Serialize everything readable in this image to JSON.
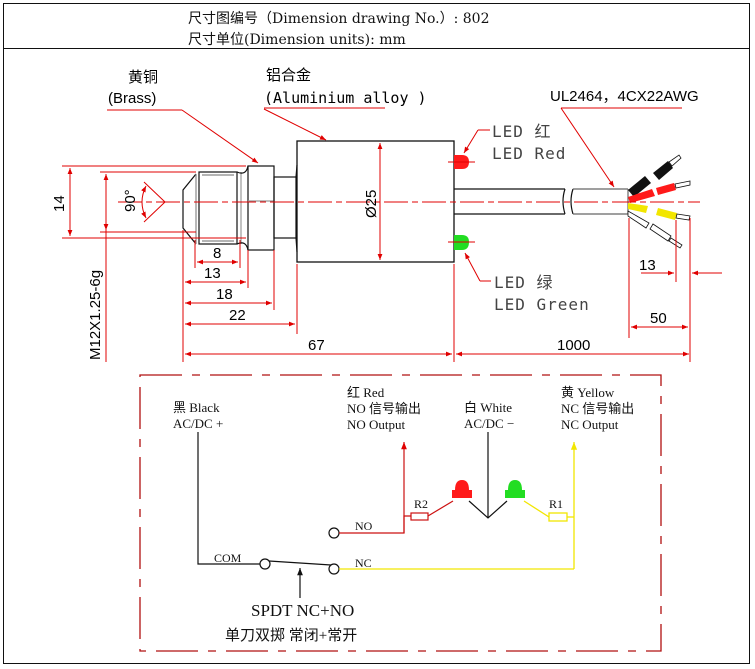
{
  "header": {
    "drawing_no_line": "尺寸图编号（Dimension drawing No.）: 802",
    "units_line": "尺寸单位(Dimension units): mm"
  },
  "materials": {
    "brass_cn": "黄铜",
    "brass_en": "(Brass)",
    "aluminium_cn": "铝合金",
    "aluminium_en": "(Aluminium alloy )"
  },
  "cable": {
    "spec": "UL2464，4CX22AWG"
  },
  "leds": {
    "red_cn": "LED 红",
    "red_en": "LED Red",
    "green_cn": "LED 绿",
    "green_en": "LED Green",
    "red_color": "#ff1a1a",
    "green_color": "#22dd22"
  },
  "dimensions": {
    "thread": "M12X1.25-6g",
    "hex_width": "14",
    "cone_angle": "90°",
    "body_diameter": "Ø25",
    "d8": "8",
    "d13": "13",
    "d18": "18",
    "d22": "22",
    "d67": "67",
    "cable_length": "1000",
    "strip_length": "13",
    "wire_length": "50"
  },
  "wiring": {
    "black_cn": "黑 Black",
    "black_fn": "AC/DC +",
    "red_cn": "红 Red",
    "red_sig": "NO 信号输出",
    "red_out": "NO Output",
    "white_cn": "白 White",
    "white_fn": "AC/DC −",
    "yellow_cn": "黄 Yellow",
    "yellow_sig": "NC 信号输出",
    "yellow_out": "NC Output",
    "r1": "R1",
    "r2": "R2",
    "no": "NO",
    "nc": "NC",
    "com": "COM",
    "switch_en": "SPDT  NC+NO",
    "switch_cn": "单刀双掷 常闭+常开"
  },
  "colors": {
    "dimension_red": "#e00000",
    "frame_dark_red": "#b01010",
    "wire_yellow": "#f2e600",
    "wire_black": "#111111"
  }
}
